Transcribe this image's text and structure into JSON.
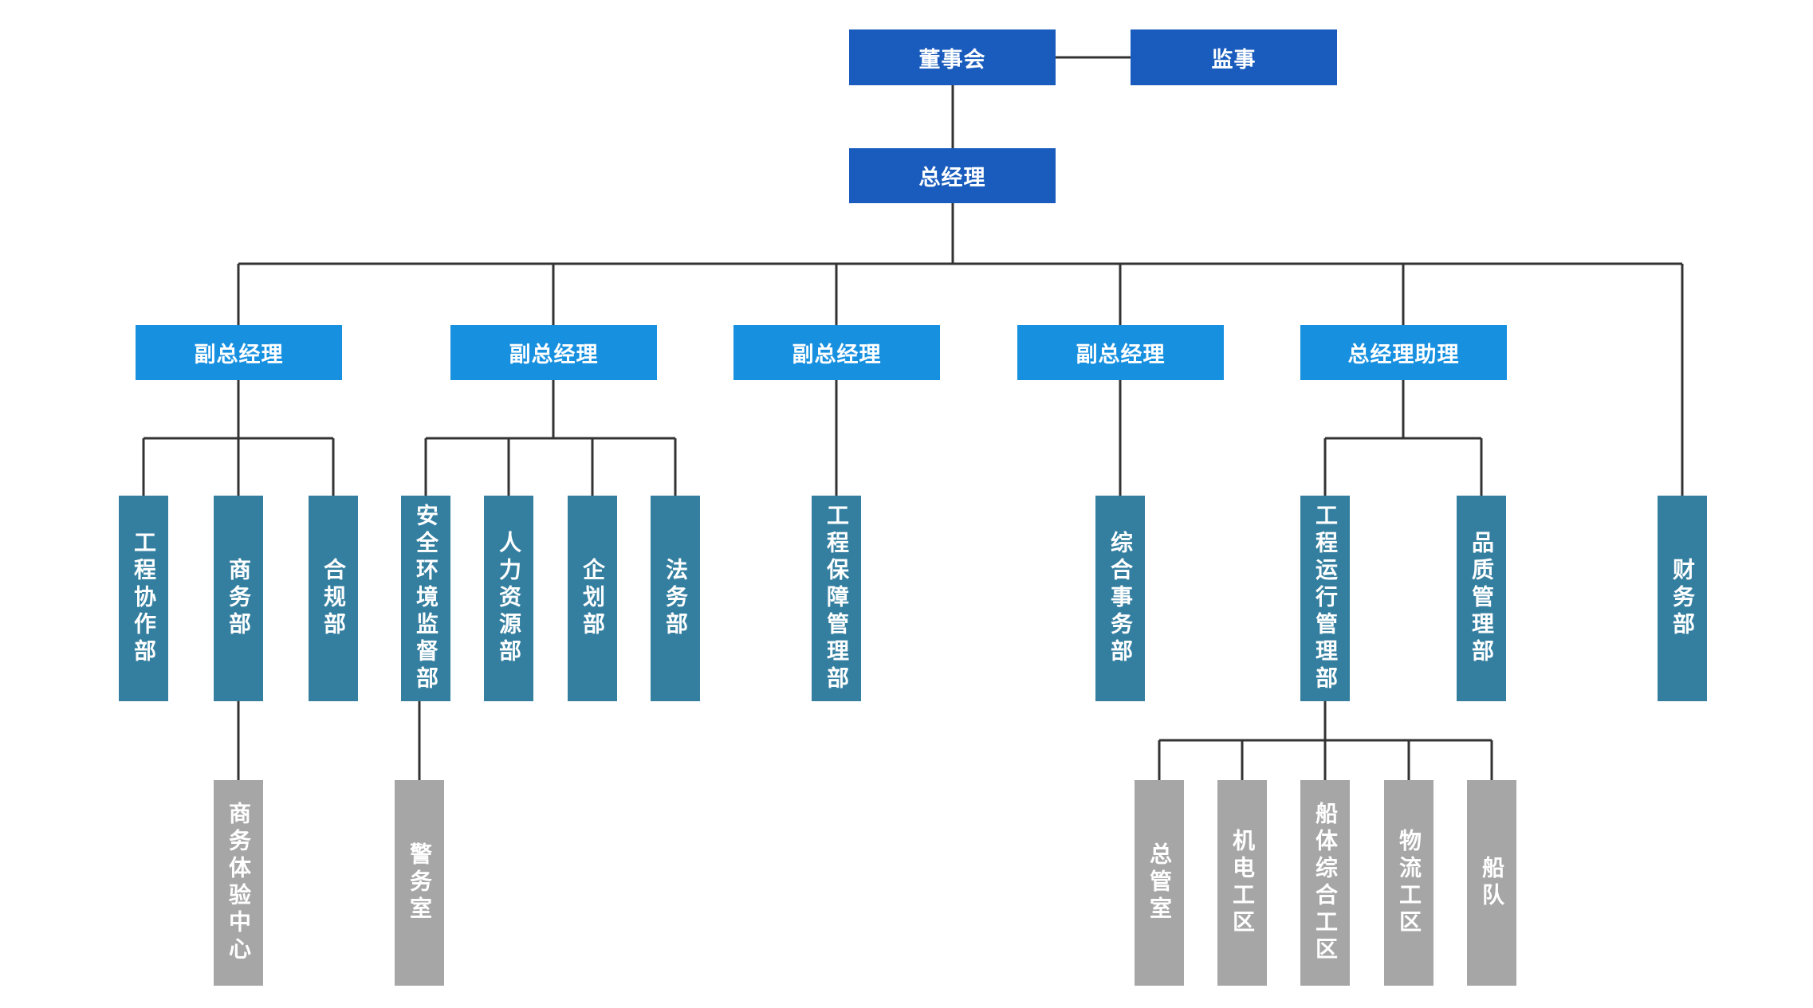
{
  "colors": {
    "top": "#1a5cbd",
    "level2": "#1790e0",
    "department": "#347fa0",
    "unit": "#a6a6a6",
    "line": "#333333"
  },
  "nodes": {
    "board": "董事会",
    "supervisor": "监事",
    "gm": "总经理",
    "vp1": "副总经理",
    "vp2": "副总经理",
    "vp3": "副总经理",
    "vp4": "副总经理",
    "gm_assistant": "总经理助理",
    "dept_engineering_coop": "工程协作部",
    "dept_business": "商务部",
    "dept_compliance": "合规部",
    "dept_safety_env": "安全环境监督部",
    "dept_hr": "人力资源部",
    "dept_planning": "企划部",
    "dept_legal": "法务部",
    "dept_eng_support": "工程保障管理部",
    "dept_general_affairs": "综合事务部",
    "dept_eng_operations": "工程运行管理部",
    "dept_quality": "品质管理部",
    "dept_finance": "财务部",
    "unit_business_center": "商务体验中心",
    "unit_guard_room": "警务室",
    "unit_general_mgmt": "总管室",
    "unit_mech_elec": "机电工区",
    "unit_hull": "船体综合工区",
    "unit_logistics": "物流工区",
    "unit_fleet": "船队"
  }
}
